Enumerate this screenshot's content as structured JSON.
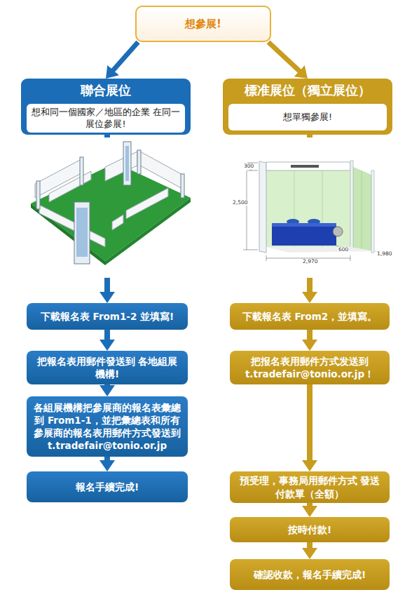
{
  "diagram": {
    "nodes": [
      {
        "text": [
          "想參展!"
        ]
      },
      {
        "text": [
          "聯合展位"
        ]
      },
      {
        "text": [
          "想和同一個國家／地區的企業 在同一展位參展!"
        ],
        "in": 1
      },
      {
        "text": [
          "標准展位（獨立展位）"
        ]
      },
      {
        "text": [
          "想單獨參展!"
        ],
        "in": 3
      },
      {
        "text": [
          "下載報名表 From1-2 並填寫!"
        ]
      },
      {
        "text": [
          "把報名表用郵件發送到 各地組展機構!"
        ]
      },
      {
        "text": [
          "各組展機構把參展商的報名表彙總到 From1-1，並把彙總表和所有參展商的報名表用郵件方式發送到 t.tradefair@tonio.or.jp"
        ]
      },
      {
        "text": [
          "報名手續完成!"
        ]
      },
      {
        "text": [
          "下載報名表 From2，並填寫。"
        ]
      },
      {
        "text": [
          "把报名表用郵件方式发送到 t.tradefair@tonio.or.jp！"
        ]
      },
      {
        "text": [
          "預受理，事務局用郵件方式 發送付款單（全額）"
        ]
      },
      {
        "text": [
          "按時付款!"
        ]
      },
      {
        "text": [
          "確認收款，報名手續完成!"
        ]
      }
    ],
    "edges": [
      {
        "from": 0,
        "to": 1,
        "arrow": "to"
      },
      {
        "from": 0,
        "to": 3,
        "arrow": "to"
      },
      {
        "from": 1,
        "to": 5,
        "arrow": "to"
      },
      {
        "from": 5,
        "to": 6,
        "arrow": "to"
      },
      {
        "from": 6,
        "to": 7,
        "arrow": "to"
      },
      {
        "from": 7,
        "to": 8,
        "arrow": "to"
      },
      {
        "from": 3,
        "to": 9,
        "arrow": "to"
      },
      {
        "from": 9,
        "to": 10,
        "arrow": "to"
      },
      {
        "from": 10,
        "to": 11,
        "arrow": "to"
      },
      {
        "from": 11,
        "to": 12,
        "arrow": "to"
      },
      {
        "from": 12,
        "to": 13,
        "arrow": "to"
      }
    ],
    "labels": [
      "300",
      "2,500",
      "600",
      "1,980",
      "2,970"
    ]
  }
}
